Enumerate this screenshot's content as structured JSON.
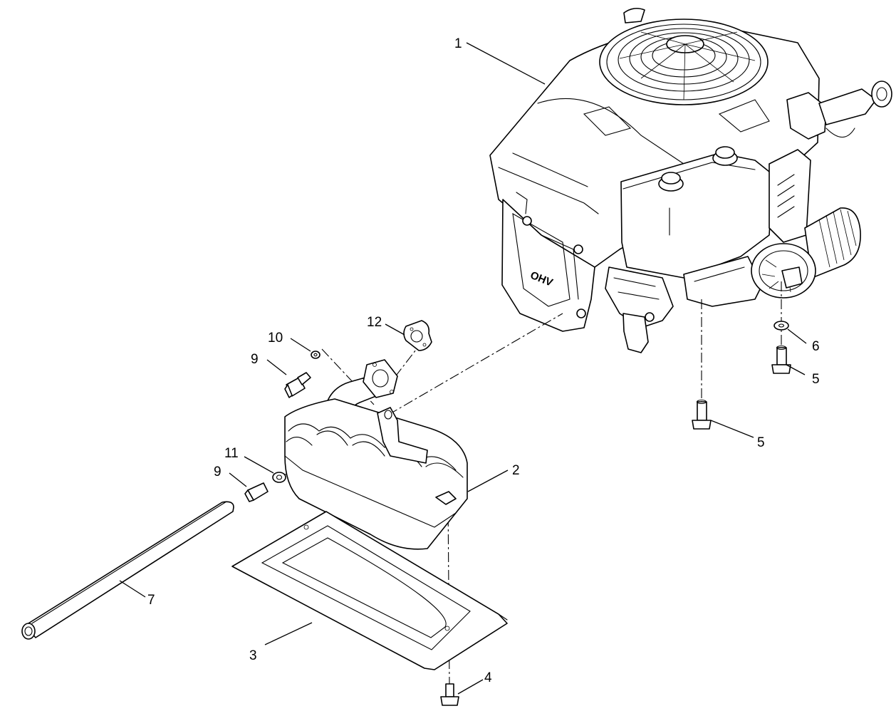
{
  "engine": {
    "stamp_text": "OHV"
  },
  "callouts": [
    {
      "label": "1"
    },
    {
      "label": "2"
    },
    {
      "label": "3"
    },
    {
      "label": "4"
    },
    {
      "label": "5"
    },
    {
      "label": "5"
    },
    {
      "label": "6"
    },
    {
      "label": "7"
    },
    {
      "label": "9"
    },
    {
      "label": "9"
    },
    {
      "label": "10"
    },
    {
      "label": "11"
    },
    {
      "label": "12"
    }
  ]
}
